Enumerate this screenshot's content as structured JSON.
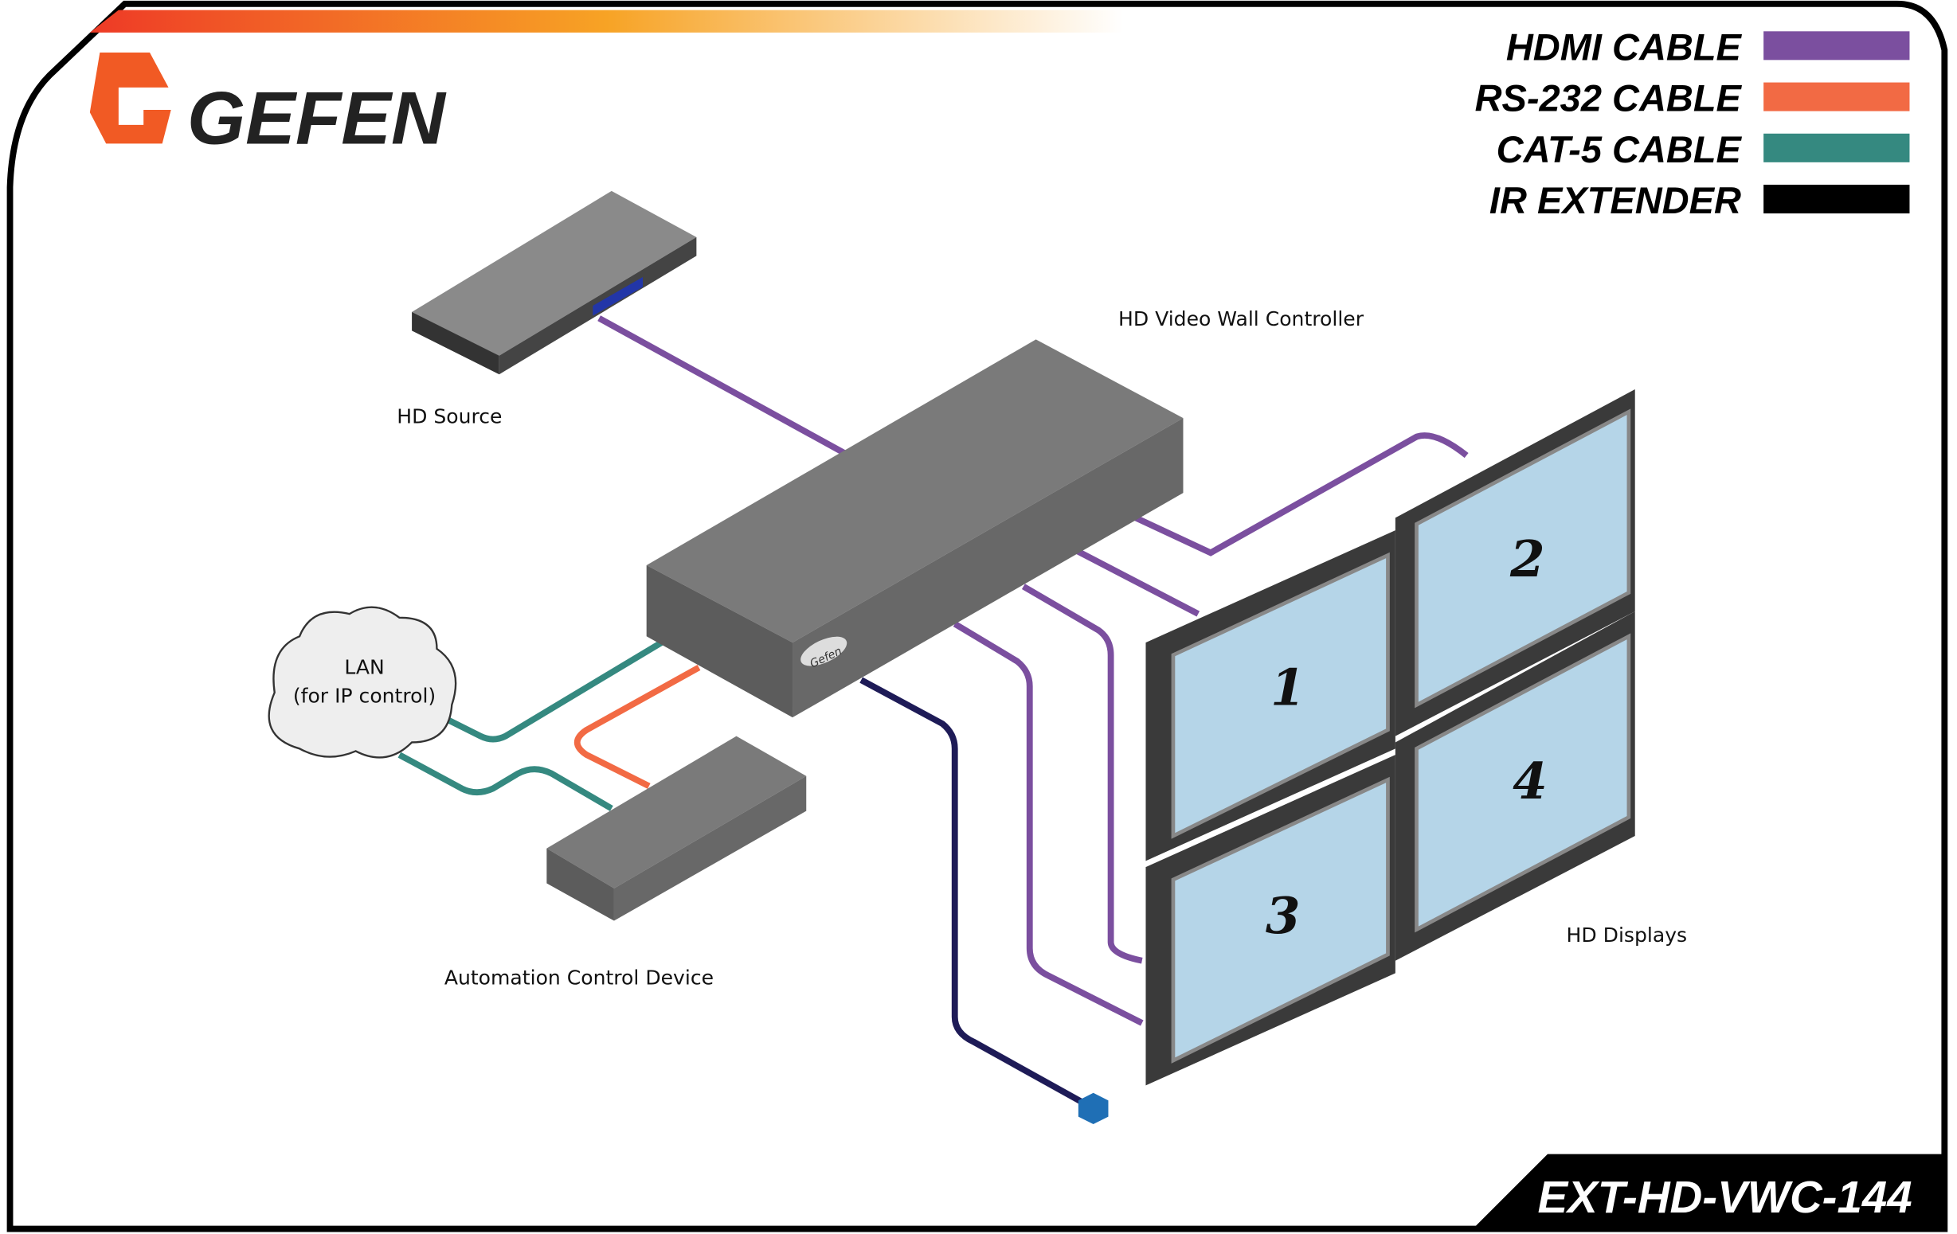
{
  "brand": {
    "logo_text": "GEFEN",
    "model": "EXT-HD-VWC-144"
  },
  "legend": [
    {
      "label": "HDMI CABLE",
      "color": "#7b4f9f"
    },
    {
      "label": "RS-232 CABLE",
      "color": "#f26a44"
    },
    {
      "label": "CAT-5 CABLE",
      "color": "#358980"
    },
    {
      "label": "IR EXTENDER",
      "color": "#000000"
    }
  ],
  "labels": {
    "source": "HD Source",
    "controller": "HD Video Wall Controller",
    "lan_line1": "LAN",
    "lan_line2": "(for IP control)",
    "automation": "Automation Control Device",
    "displays": "HD Displays",
    "controller_badge": "Gefen"
  },
  "displays": [
    {
      "number": "1"
    },
    {
      "number": "2"
    },
    {
      "number": "3"
    },
    {
      "number": "4"
    }
  ],
  "colors": {
    "ir_cable": "#1e1b57",
    "screen": "#b5d5e8",
    "device": "#6f6f6f"
  }
}
